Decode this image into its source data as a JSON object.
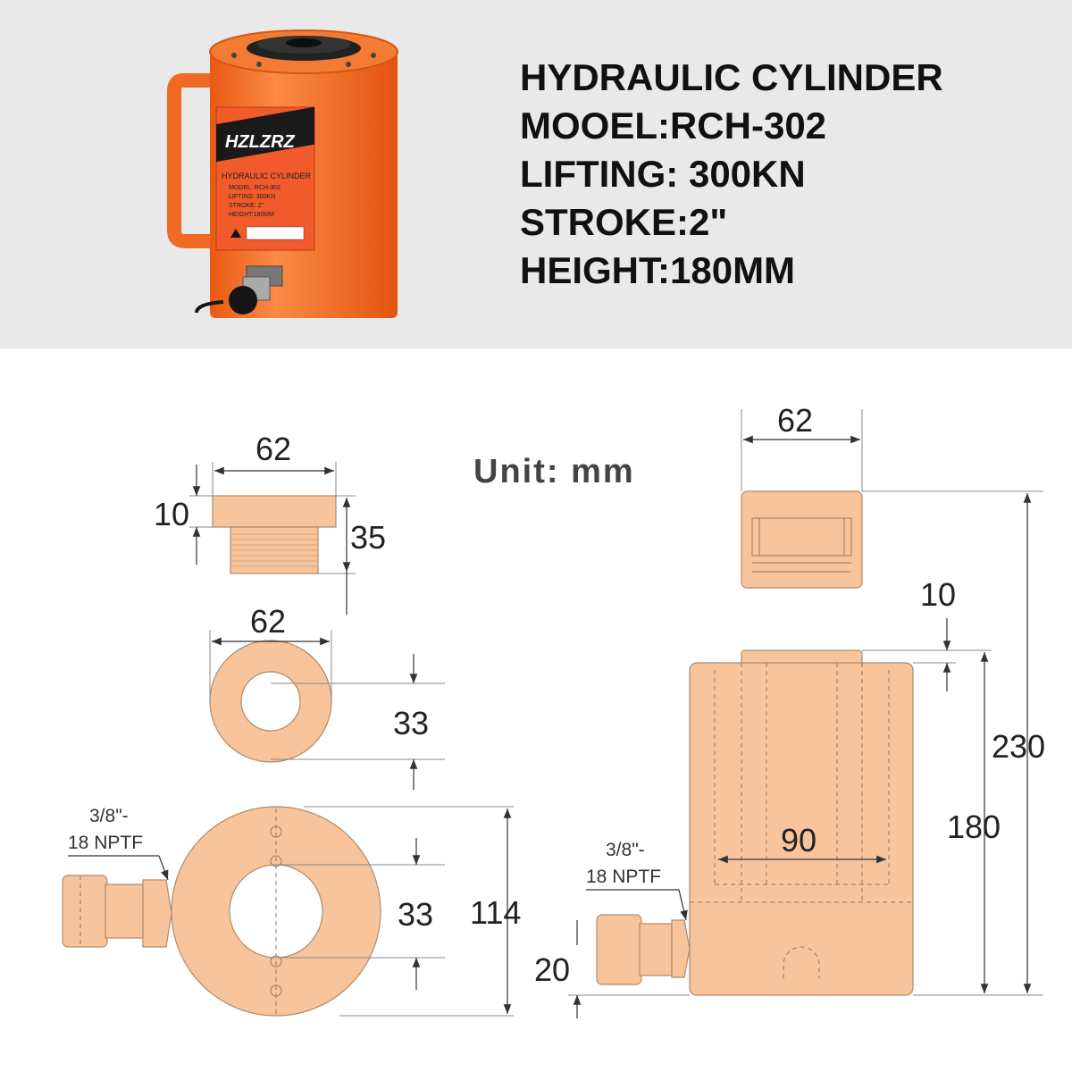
{
  "specs": {
    "title": "HYDRAULIC CYLINDER",
    "model": "MOOEL:RCH-302",
    "lifting": "LIFTING: 300KN",
    "stroke": "STROKE:2\"",
    "height": "HEIGHT:180MM"
  },
  "label": {
    "brand": "HZLZRZ",
    "title": "HYDRAULIC CYLINDER",
    "model": "MODEL: RCH-302",
    "lifting": "LIFTING: 300KN",
    "stroke": "STROKE: 2\"",
    "height": "HEIGHT:180MM"
  },
  "drawing": {
    "unit": "Unit: mm",
    "saddle_top": {
      "width": "62",
      "flange": "10",
      "height": "35"
    },
    "saddle_plan": {
      "width": "62",
      "bore": "33"
    },
    "body_plan": {
      "port_line1": "3/8\"-",
      "port_line2": "18 NPTF",
      "bore": "33",
      "diameter": "114"
    },
    "side": {
      "saddle_width": "62",
      "saddle_protrusion": "10",
      "total_height": "230",
      "body_height": "180",
      "plunger_width": "90",
      "port_line1": "3/8\"-",
      "port_line2": "18 NPTF",
      "port_height": "20"
    }
  },
  "colors": {
    "cylinder": "#f26a22",
    "part_fill": "#f7c49b",
    "band": "#e9e9e9"
  }
}
